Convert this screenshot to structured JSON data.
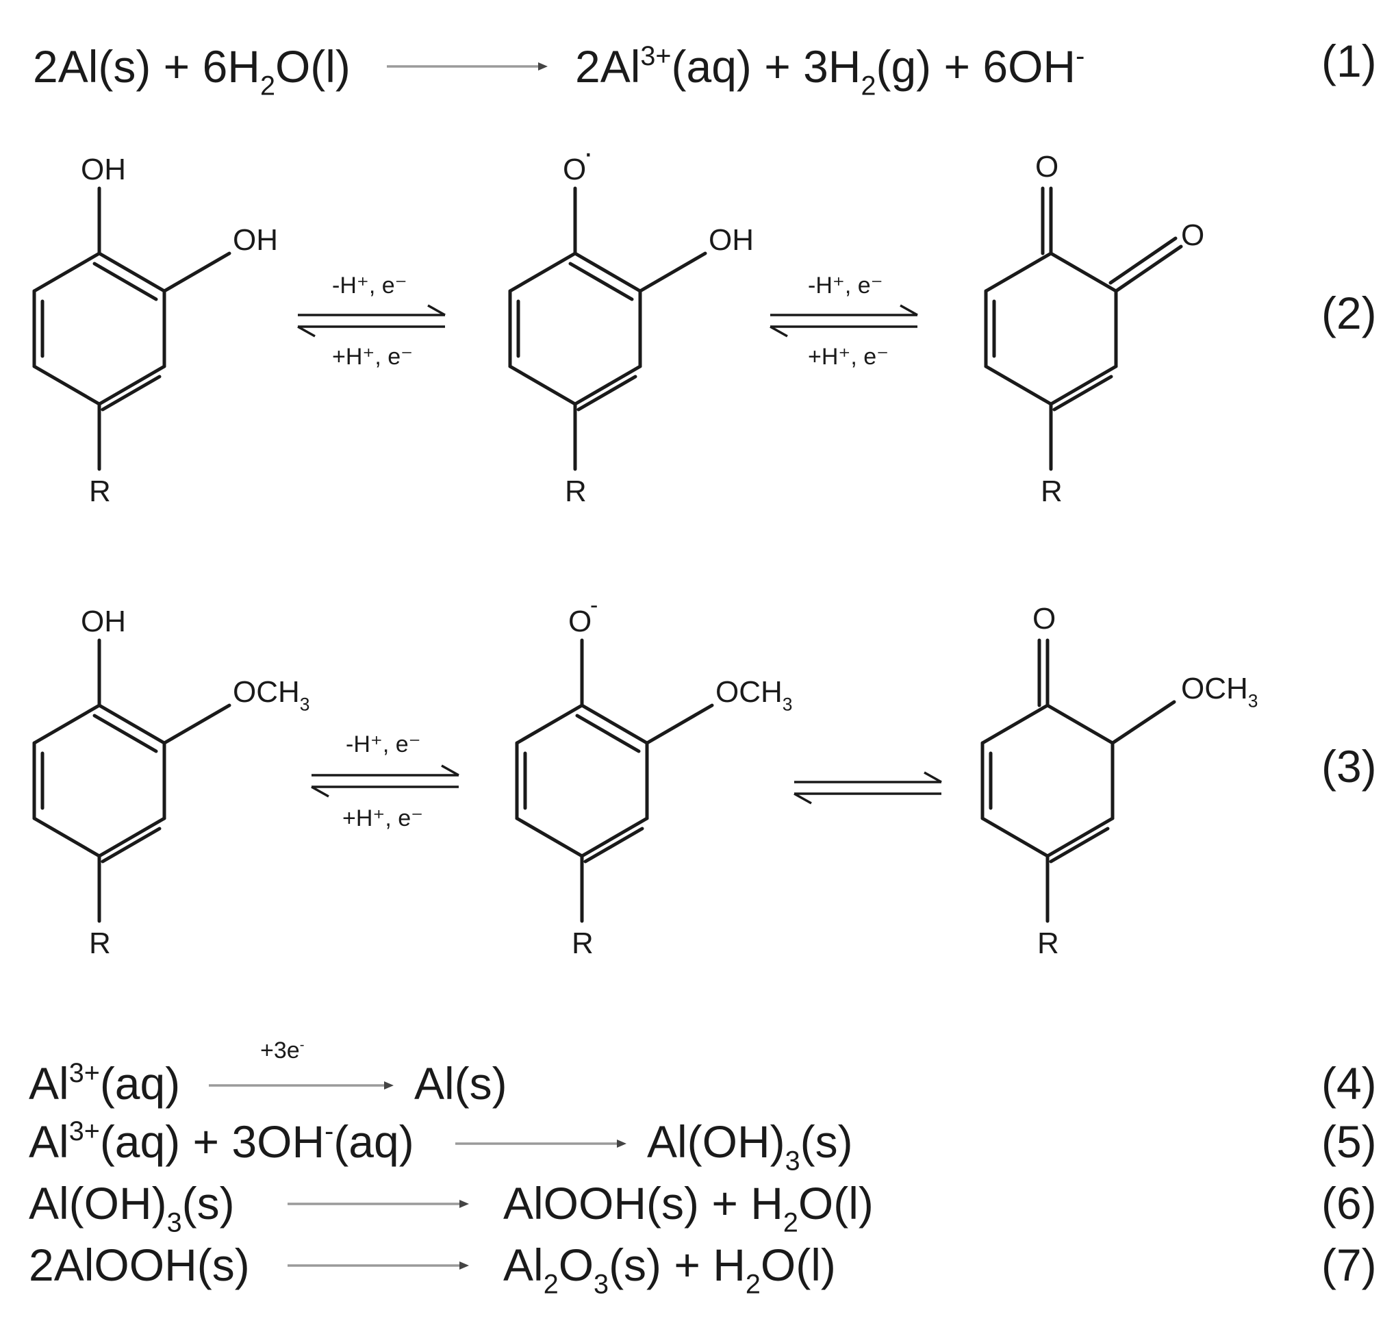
{
  "equations": {
    "eq1": {
      "left": [
        {
          "t": "2Al(s) + 6H"
        },
        {
          "t": "2",
          "sub": true
        },
        {
          "t": "O(l)"
        }
      ],
      "right": [
        {
          "t": "2Al"
        },
        {
          "t": "3+",
          "sup": true
        },
        {
          "t": "(aq) + 3H"
        },
        {
          "t": "2",
          "sub": true
        },
        {
          "t": "(g) + 6OH"
        },
        {
          "t": "-",
          "sup": true
        }
      ],
      "number": "(1)"
    },
    "eq2": {
      "label1_top": "-H⁺, e⁻",
      "label1_bottom": "+H⁺, e⁻",
      "label2_top": "-H⁺, e⁻",
      "label2_bottom": "+H⁺, e⁻",
      "mol1_oh_top": "OH",
      "mol1_oh_side": "OH",
      "mol1_r": "R",
      "mol2_o_top": "O",
      "mol2_o_radical": "·",
      "mol2_oh_side": "OH",
      "mol2_r": "R",
      "mol3_o_top": "O",
      "mol3_o_side": "O",
      "mol3_r": "R",
      "number": "(2)"
    },
    "eq3": {
      "label1_top": "-H⁺, e⁻",
      "label1_bottom": "+H⁺, e⁻",
      "mol1_oh_top": "OH",
      "mol1_side": [
        {
          "t": "OCH"
        },
        {
          "t": "3",
          "sub": true
        }
      ],
      "mol1_r": "R",
      "mol2_o_top": "O",
      "mol2_o_charge": "-",
      "mol2_side": [
        {
          "t": "OCH"
        },
        {
          "t": "3",
          "sub": true
        }
      ],
      "mol2_r": "R",
      "mol3_o_top": "O",
      "mol3_side": [
        {
          "t": "OCH"
        },
        {
          "t": "3",
          "sub": true
        }
      ],
      "mol3_r": "R",
      "number": "(3)"
    },
    "eq4": {
      "left": [
        {
          "t": "Al"
        },
        {
          "t": "3+",
          "sup": true
        },
        {
          "t": "(aq)"
        }
      ],
      "arrow_label": [
        {
          "t": "+3e"
        },
        {
          "t": "-",
          "sup": true
        }
      ],
      "right": [
        {
          "t": "Al(s)"
        }
      ],
      "number": "(4)"
    },
    "eq5": {
      "left": [
        {
          "t": "Al"
        },
        {
          "t": "3+",
          "sup": true
        },
        {
          "t": "(aq) + 3OH"
        },
        {
          "t": "-",
          "sup": true
        },
        {
          "t": "(aq)"
        }
      ],
      "right": [
        {
          "t": "Al(OH)"
        },
        {
          "t": "3",
          "sub": true
        },
        {
          "t": "(s)"
        }
      ],
      "number": "(5)"
    },
    "eq6": {
      "left": [
        {
          "t": "Al(OH)"
        },
        {
          "t": "3",
          "sub": true
        },
        {
          "t": "(s)"
        }
      ],
      "right": [
        {
          "t": "AlOOH(s) + H"
        },
        {
          "t": "2",
          "sub": true
        },
        {
          "t": "O(l)"
        }
      ],
      "number": "(6)"
    },
    "eq7": {
      "left": [
        {
          "t": "2AlOOH(s)"
        }
      ],
      "right": [
        {
          "t": "Al"
        },
        {
          "t": "2",
          "sub": true
        },
        {
          "t": "O"
        },
        {
          "t": "3",
          "sub": true
        },
        {
          "t": "(s) + H"
        },
        {
          "t": "2",
          "sub": true
        },
        {
          "t": "O(l)"
        }
      ],
      "number": "(7)"
    }
  },
  "colors": {
    "ink": "#1a1a1a",
    "arrow": "#9a9a9a",
    "background": "#ffffff"
  }
}
